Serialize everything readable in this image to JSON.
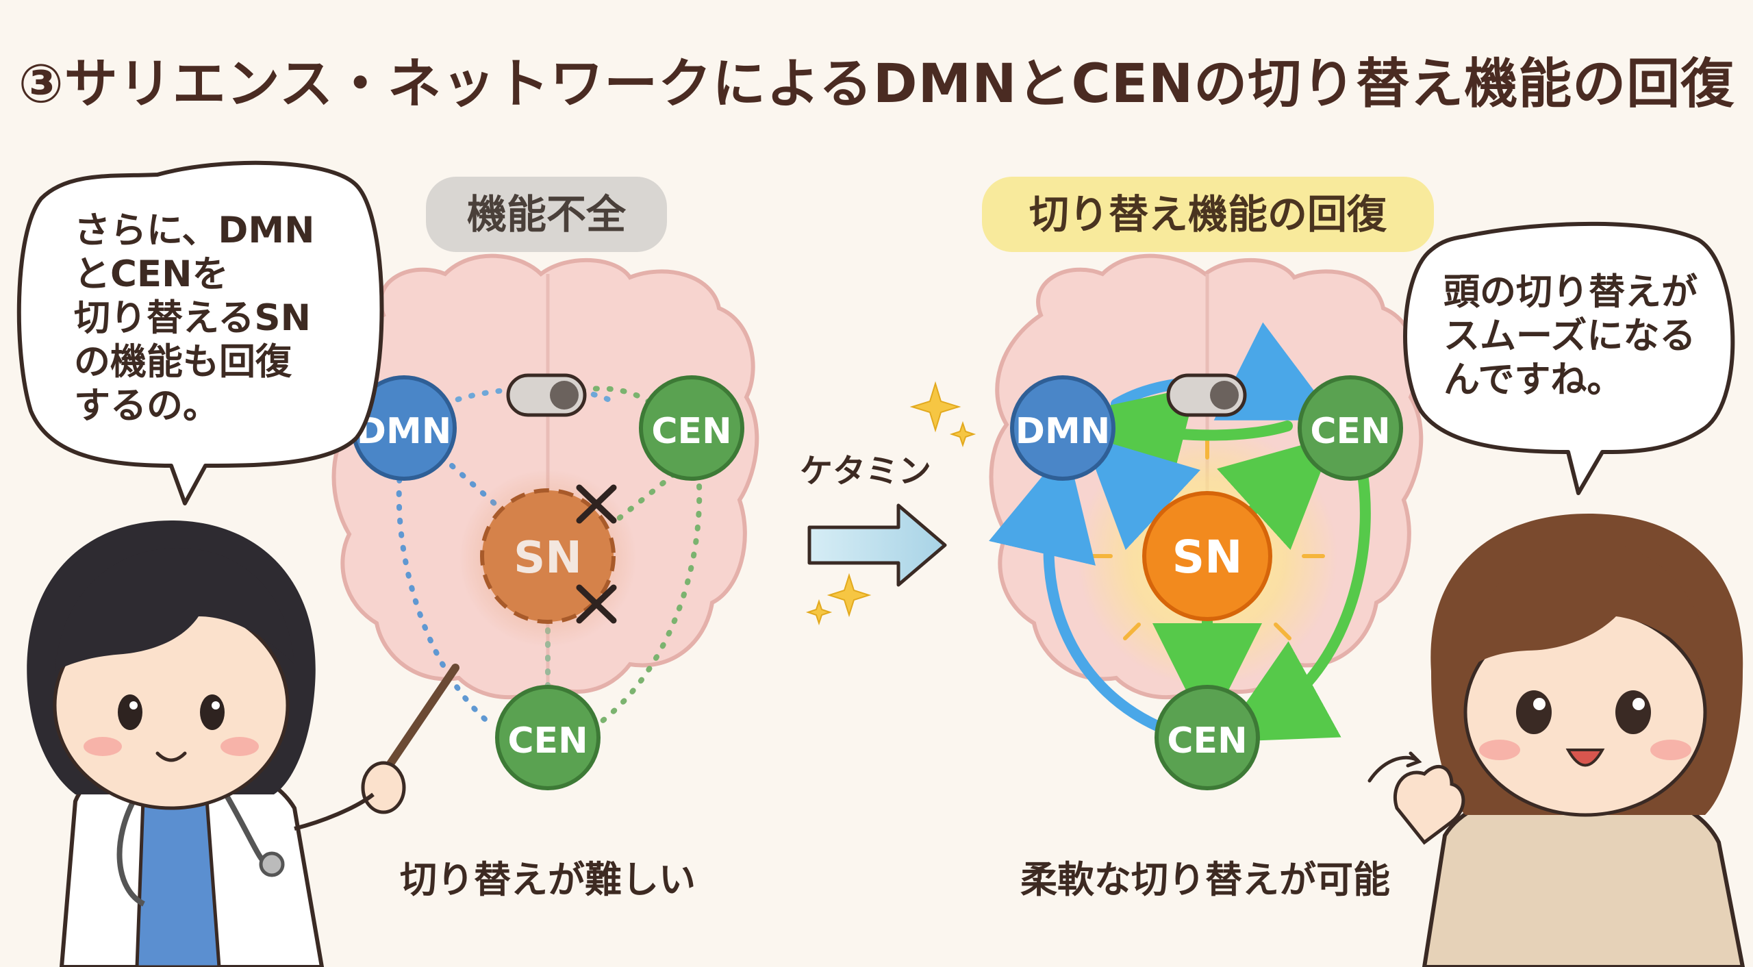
{
  "title": "③サリエンス・ネットワークによるDMNとCENの切り替え機能の回復",
  "left_panel": {
    "label": "機能不全",
    "caption": "切り替えが難しい",
    "nodes": {
      "dmn": "DMN",
      "cen_top": "CEN",
      "sn": "SN",
      "cen_bottom": "CEN"
    }
  },
  "right_panel": {
    "label": "切り替え機能の回復",
    "caption": "柔軟な切り替えが可能",
    "nodes": {
      "dmn": "DMN",
      "cen_top": "CEN",
      "sn": "SN",
      "cen_bottom": "CEN"
    }
  },
  "transition": {
    "label": "ケタミン"
  },
  "doctor_speech": "さらに、DMN\nとCENを\n切り替えるSN\nの機能も回復\nするの。",
  "patient_speech": "頭の切り替えが\nスムーズになる\nんですね。",
  "colors": {
    "dmn": "#4a86c8",
    "cen": "#5aa251",
    "sn_active": "#f28a1e",
    "sn_inactive": "#c77a46",
    "brain": "#f6d3cf",
    "label_gray": "#d9d6d2",
    "label_yellow": "#f8ea9c"
  }
}
